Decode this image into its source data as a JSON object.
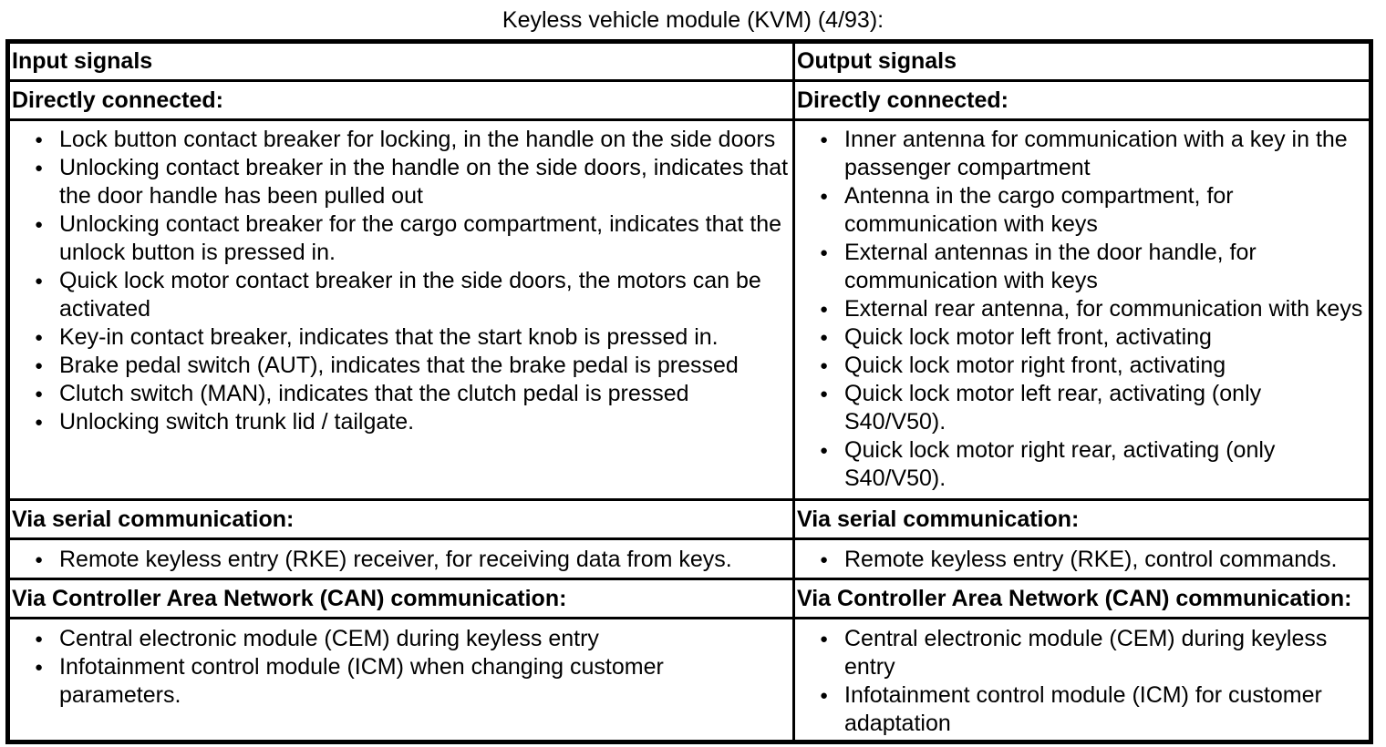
{
  "colors": {
    "background": "#ffffff",
    "text": "#000000",
    "border": "#000000"
  },
  "icons": {
    "bullet-icon": "●"
  },
  "title": "Keyless vehicle module (KVM) (4/93):",
  "table": {
    "columns": [
      {
        "header": "Input signals",
        "sections": [
          {
            "heading": "Directly connected:",
            "items": [
              "Lock button contact breaker for locking, in the handle on the side doors",
              "Unlocking contact breaker in the handle on the side doors, indicates that the door handle has been pulled out",
              "Unlocking contact breaker for the cargo compartment, indicates that the unlock button is pressed in.",
              "Quick lock motor contact breaker in the side doors, the motors can be activated",
              "Key-in contact breaker, indicates that the start knob is pressed in.",
              "Brake pedal switch (AUT), indicates that the brake pedal is pressed",
              "Clutch switch (MAN), indicates that the clutch pedal is pressed",
              "Unlocking switch trunk lid / tailgate."
            ]
          },
          {
            "heading": "Via serial communication:",
            "items": [
              "Remote keyless entry (RKE) receiver, for receiving data from keys."
            ]
          },
          {
            "heading": "Via Controller Area Network (CAN) communication:",
            "items": [
              "Central electronic module (CEM) during keyless entry",
              "Infotainment control module (ICM) when changing customer parameters."
            ]
          }
        ]
      },
      {
        "header": "Output signals",
        "sections": [
          {
            "heading": "Directly connected:",
            "items": [
              "Inner antenna for communication with a key in the passenger compartment",
              "Antenna in the cargo compartment, for communication with keys",
              "External antennas in the door handle, for communication with keys",
              "External rear antenna, for communication with keys",
              "Quick lock motor left front, activating",
              "Quick lock motor right front, activating",
              "Quick lock motor left rear, activating (only S40/V50).",
              "Quick lock motor right rear, activating (only S40/V50)."
            ]
          },
          {
            "heading": "Via serial communication:",
            "items": [
              "Remote keyless entry (RKE), control commands."
            ]
          },
          {
            "heading": "Via Controller Area Network (CAN) communication:",
            "items": [
              "Central electronic module (CEM) during keyless entry",
              "Infotainment control module (ICM) for customer adaptation"
            ]
          }
        ]
      }
    ]
  }
}
